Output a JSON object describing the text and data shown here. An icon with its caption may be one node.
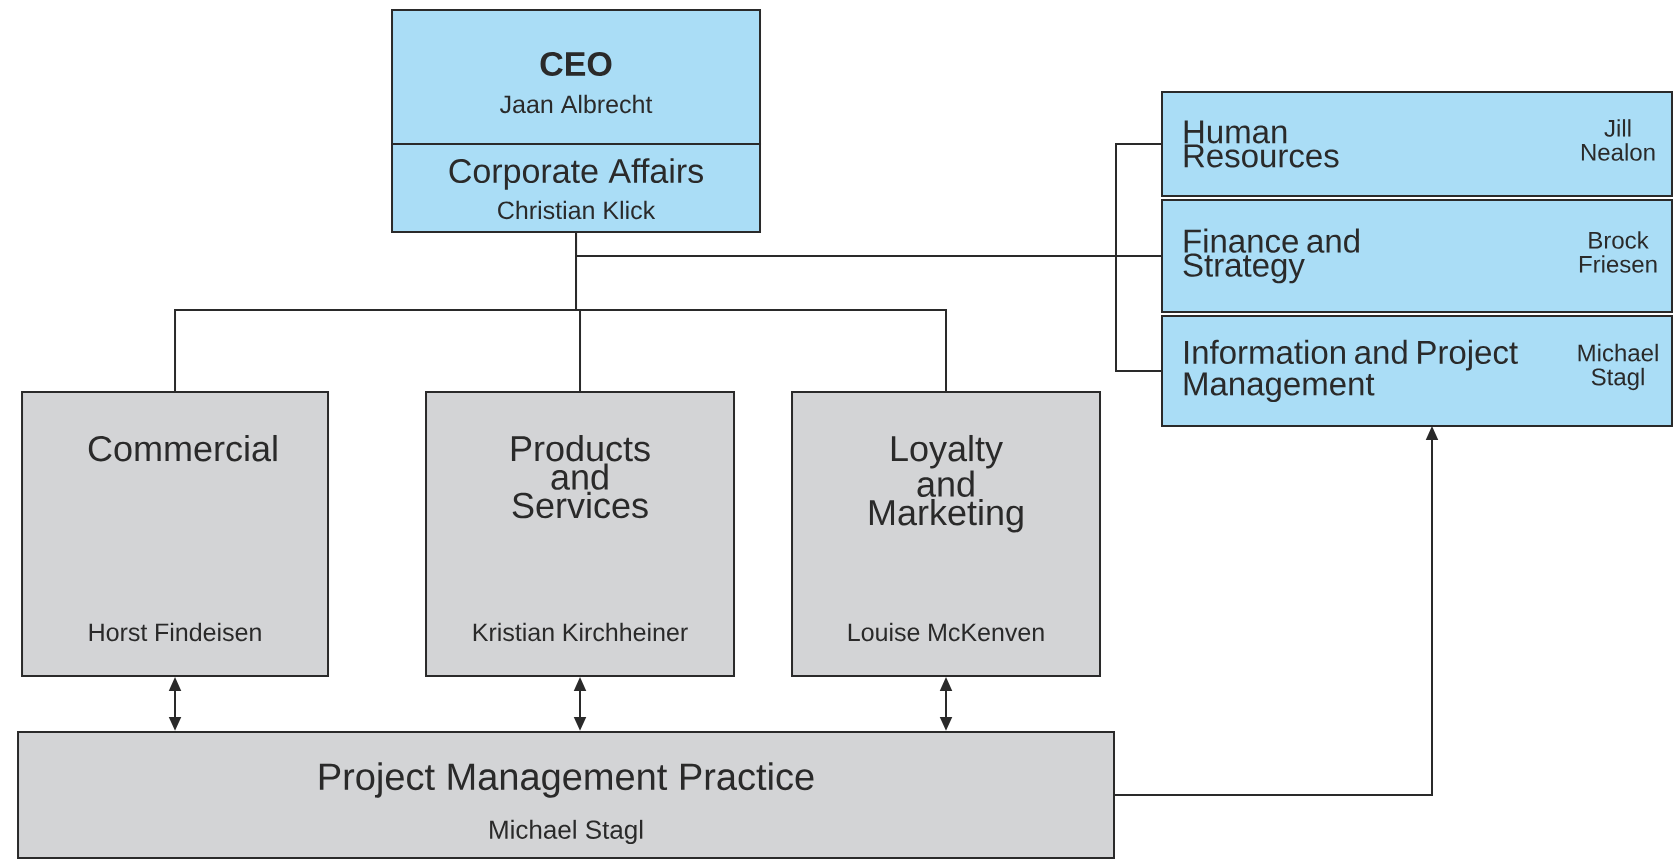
{
  "diagram": {
    "nodes": [
      {
        "text": [
          "CEO",
          "Jaan Albrecht"
        ]
      },
      {
        "text": [
          "Corporate Affairs",
          "Christian Klick"
        ]
      },
      {
        "text": [
          "Human Resources",
          "Jill Nealon"
        ]
      },
      {
        "text": [
          "Finance and Strategy",
          "Brock Friesen"
        ]
      },
      {
        "text": [
          "Information and Project Management",
          "Michael Stagl"
        ]
      },
      {
        "text": [
          "Commercial",
          "Horst Findeisen"
        ]
      },
      {
        "text": [
          "Products and Services",
          "Kristian Kirchheiner"
        ]
      },
      {
        "text": [
          "Loyalty and Marketing",
          "Louise McKenven"
        ]
      },
      {
        "text": [
          "Project Management Practice",
          "Michael Stagl"
        ]
      }
    ],
    "edges": [
      {
        "from": 1,
        "to": 5,
        "arrow": "none"
      },
      {
        "from": 1,
        "to": 6,
        "arrow": "none"
      },
      {
        "from": 1,
        "to": 7,
        "arrow": "none"
      },
      {
        "from": 1,
        "to": 2,
        "arrow": "none"
      },
      {
        "from": 1,
        "to": 3,
        "arrow": "none"
      },
      {
        "from": 1,
        "to": 4,
        "arrow": "none"
      },
      {
        "from": 5,
        "to": 8,
        "arrow": "both"
      },
      {
        "from": 6,
        "to": 8,
        "arrow": "both"
      },
      {
        "from": 7,
        "to": 8,
        "arrow": "both"
      },
      {
        "from": 8,
        "to": 4,
        "arrow": "to"
      }
    ]
  }
}
